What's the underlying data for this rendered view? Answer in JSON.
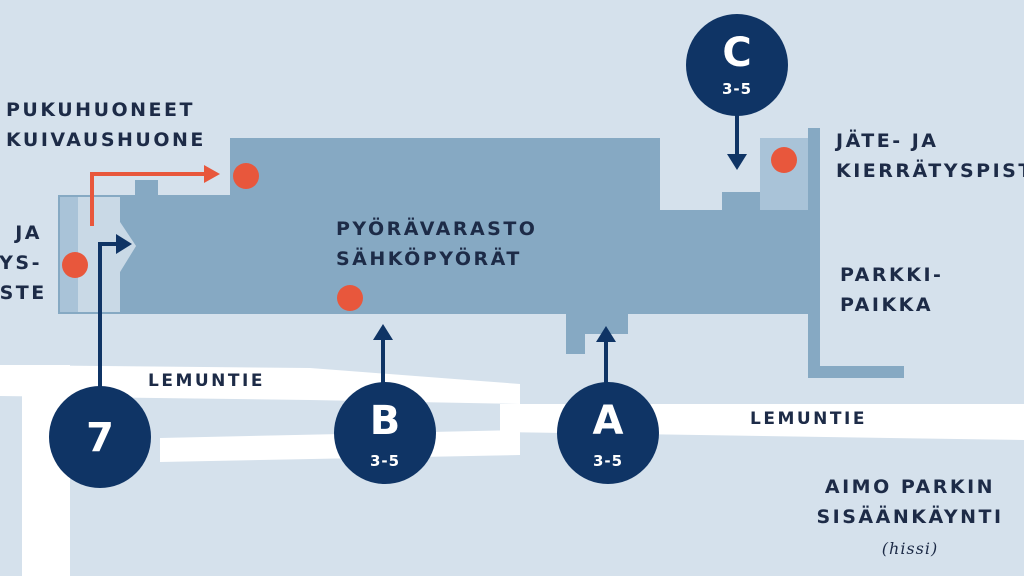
{
  "labels": {
    "pukuhuoneet": [
      "PUKUHUONEET",
      "KUIVAUSHUONE"
    ],
    "left_cut": [
      "JA",
      "YS-",
      "ISTE"
    ],
    "pyoravarasto": [
      "PYÖRÄVARASTO",
      "SÄHKÖPYÖRÄT"
    ],
    "jate": [
      "JÄTE- JA",
      "KIERRÄTYSPISTE"
    ],
    "parkki": [
      "PARKKI-",
      "PAIKKA"
    ],
    "aimo": [
      "AIMO PARKIN",
      "SISÄÄNKÄYNTI"
    ],
    "hissi": "(hissi)"
  },
  "streets": {
    "lemuntie_left": "LEMUNTIE",
    "lemuntie_right": "LEMUNTIE"
  },
  "markers": {
    "seven": {
      "label": "7"
    },
    "b": {
      "label": "B",
      "floors": "3-5"
    },
    "a": {
      "label": "A",
      "floors": "3-5"
    },
    "c": {
      "label": "C",
      "floors": "3-5"
    }
  },
  "colors": {
    "background": "#d5e1ec",
    "building": "#86a9c3",
    "road": "#ffffff",
    "marker": "#0f3465",
    "accent": "#e8573c",
    "text": "#1d2b47"
  }
}
